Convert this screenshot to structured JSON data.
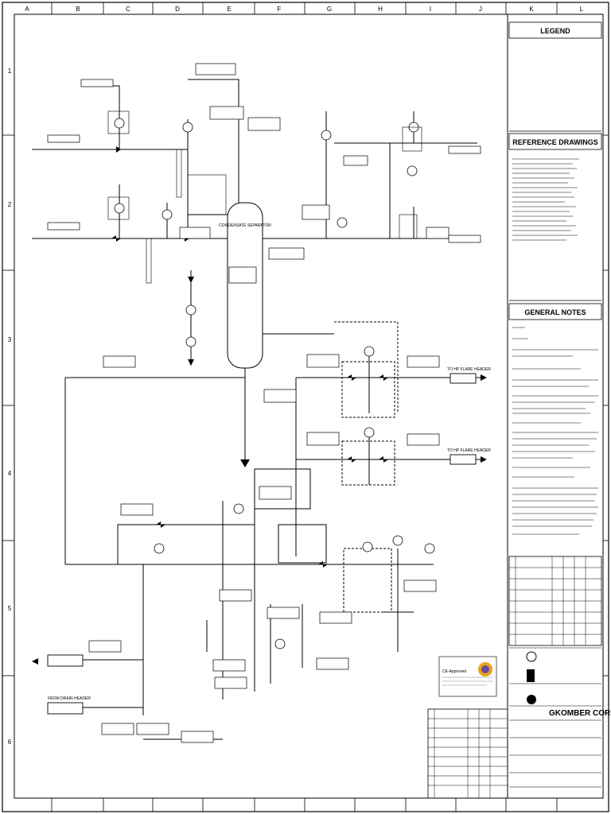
{
  "grid": {
    "columns": [
      "A",
      "B",
      "C",
      "D",
      "E",
      "F",
      "G",
      "H",
      "I",
      "J",
      "K",
      "L"
    ],
    "rows": [
      "1",
      "2",
      "3",
      "4",
      "5",
      "6"
    ]
  },
  "panels": {
    "legend_title": "LEGEND",
    "reference_title": "REFERENCE DRAWINGS",
    "notes_title": "GENERAL NOTES"
  },
  "title_block": {
    "company": "GKOMBER CORP",
    "stamp": "CE-Approved"
  },
  "diagram": {
    "vessel_label": "CONDENSATE SEPARATOR",
    "line_labels": [
      "TO HP FLARE HEADER",
      "TO HP FLARE HEADER",
      "FROM DRAIN HEADER"
    ]
  }
}
